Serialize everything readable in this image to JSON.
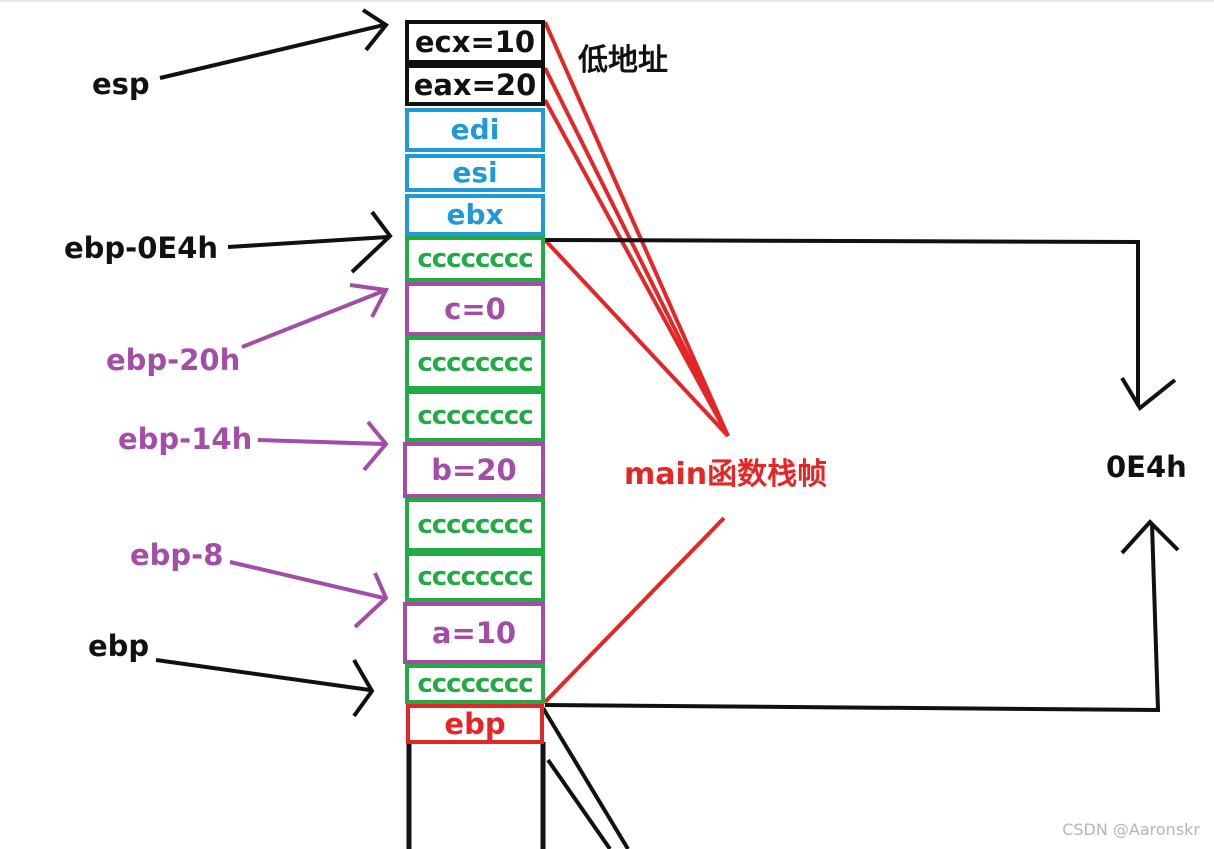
{
  "stack_cells": [
    {
      "text": "ecx=10",
      "kind": "black"
    },
    {
      "text": "eax=20",
      "kind": "black"
    },
    {
      "text": "edi",
      "kind": "blue"
    },
    {
      "text": "esi",
      "kind": "blue"
    },
    {
      "text": "ebx",
      "kind": "blue"
    },
    {
      "text": "cccccccc",
      "kind": "green"
    },
    {
      "text": "c=0",
      "kind": "purple"
    },
    {
      "text": "cccccccc",
      "kind": "green"
    },
    {
      "text": "cccccccc",
      "kind": "green"
    },
    {
      "text": "b=20",
      "kind": "purple"
    },
    {
      "text": "cccccccc",
      "kind": "green"
    },
    {
      "text": "cccccccc",
      "kind": "green"
    },
    {
      "text": "a=10",
      "kind": "purple"
    },
    {
      "text": "cccccccc",
      "kind": "green"
    },
    {
      "text": "ebp",
      "kind": "red"
    }
  ],
  "pointer_labels": {
    "esp": "esp",
    "ebp_0e4h": "ebp-0E4h",
    "ebp_20h": "ebp-20h",
    "ebp_14h": "ebp-14h",
    "ebp_8": "ebp-8",
    "ebp": "ebp"
  },
  "annotations": {
    "low_address": "低地址",
    "frame": "main函数栈帧",
    "size": "0E4h"
  },
  "watermark": "CSDN @Aaronskr",
  "colors": {
    "black": "#111111",
    "blue": "#1e9bd7",
    "green": "#22aa44",
    "purple": "#a24ea6",
    "red": "#e32727"
  }
}
